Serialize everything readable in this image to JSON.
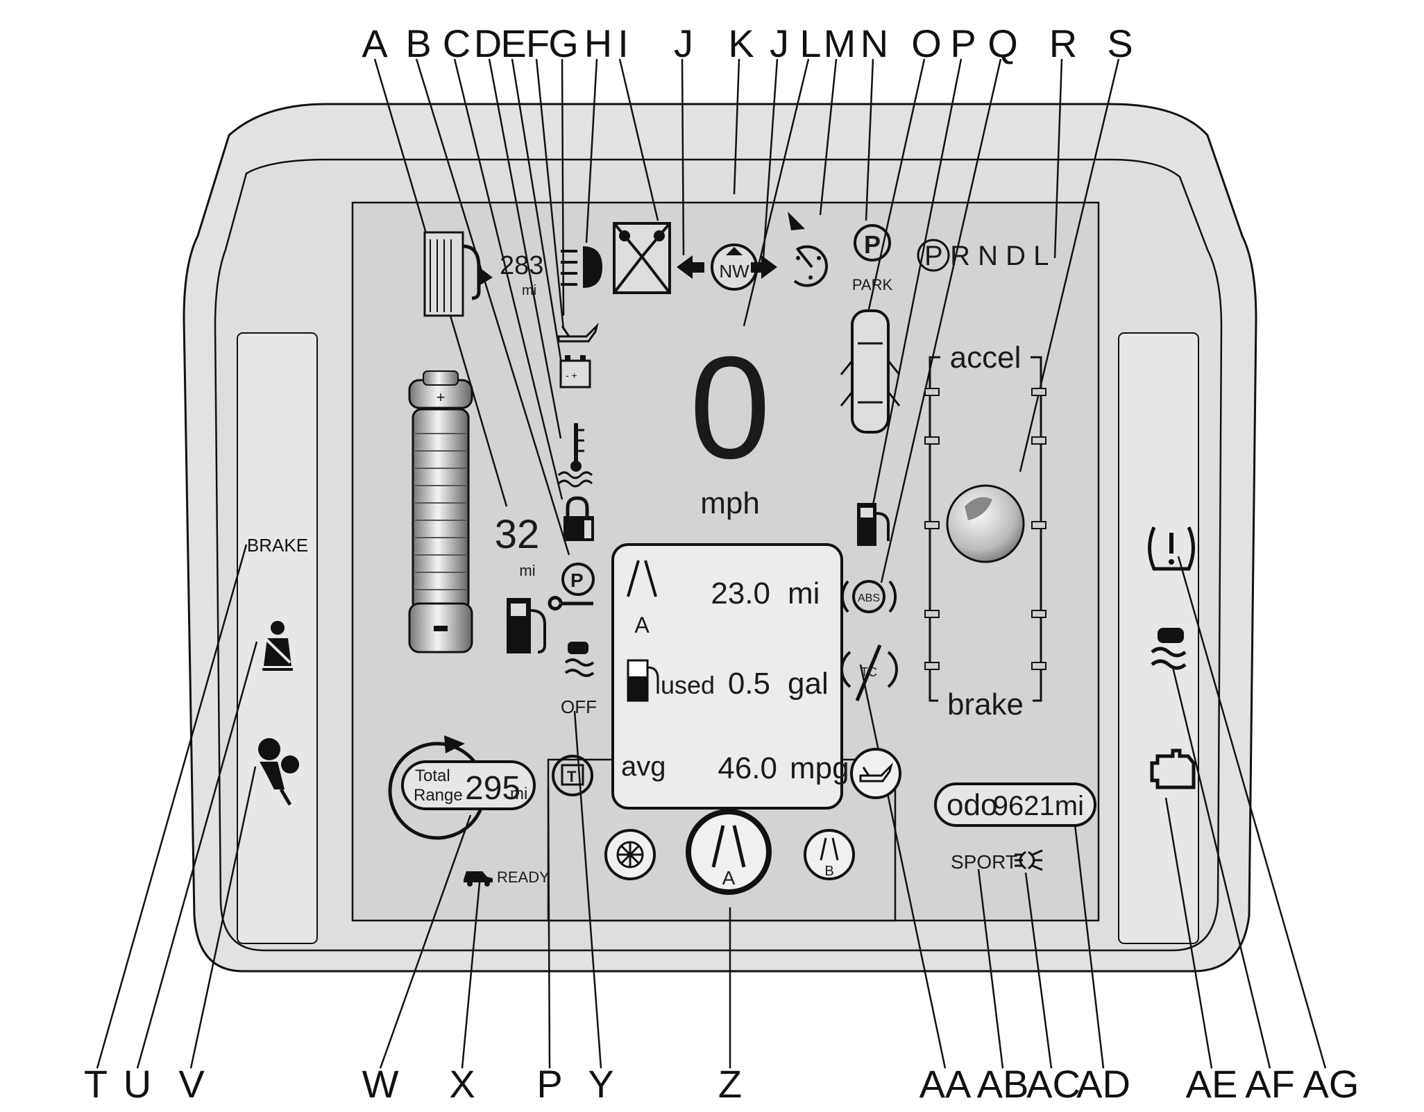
{
  "callouts_top": [
    "A",
    "B",
    "C",
    "D",
    "E",
    "F",
    "G",
    "H",
    "I",
    "J",
    "K",
    "J",
    "L",
    "M",
    "N",
    "O",
    "P",
    "Q",
    "R",
    "S"
  ],
  "callouts_bottom": [
    "T",
    "U",
    "V",
    "W",
    "X",
    "P",
    "Y",
    "Z",
    "AA",
    "AB",
    "AC",
    "AD",
    "AE",
    "AF",
    "AG"
  ],
  "display": {
    "fuel_economy_range": "283",
    "fuel_economy_range_unit": "mi",
    "speed": "0",
    "speed_unit": "mph",
    "compass": "NW",
    "park_label": "PARK",
    "prndl": "P R N D L",
    "electric_range": "32",
    "electric_range_unit": "mi",
    "trip": {
      "distance": "23.0",
      "distance_unit": "mi",
      "used_label": "used",
      "fuel_used": "0.5",
      "fuel_used_unit": "gal",
      "avg_label": "avg",
      "avg_economy": "46.0",
      "avg_economy_unit": "mpg",
      "trip_a": "A",
      "trip_b": "B"
    },
    "total_range_label_1": "Total",
    "total_range_label_2": "Range",
    "total_range_value": "295",
    "total_range_unit": "mi",
    "ready_label": "READY",
    "traction_off_label": "OFF",
    "abs_label": "ABS",
    "tc_label": "TC",
    "efficiency_top": "accel",
    "efficiency_bottom": "brake",
    "odometer_label": "odo",
    "odometer_value": "9621mi",
    "sport_label": "SPORT",
    "brake_label": "BRAKE"
  },
  "colors": {
    "bezel": "#dcdcdc",
    "screen": "#d2d2d2",
    "line": "#111111"
  }
}
